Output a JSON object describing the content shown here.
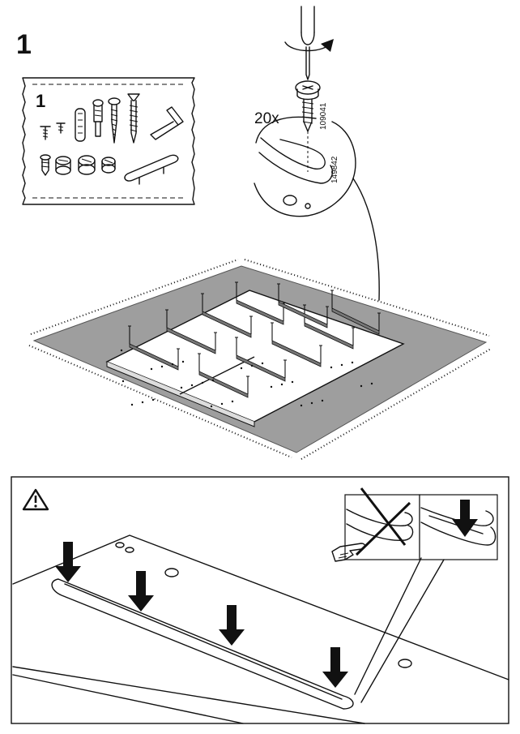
{
  "step": {
    "number": "1"
  },
  "bag": {
    "label": "1"
  },
  "callout": {
    "quantity": "20x",
    "part_code_a": "109041",
    "part_code_b": "149842"
  },
  "warning": {
    "icon": "warning-triangle-icon"
  },
  "colors": {
    "ink": "#111111",
    "rug": "#9e9e9e",
    "paper": "#ffffff"
  }
}
